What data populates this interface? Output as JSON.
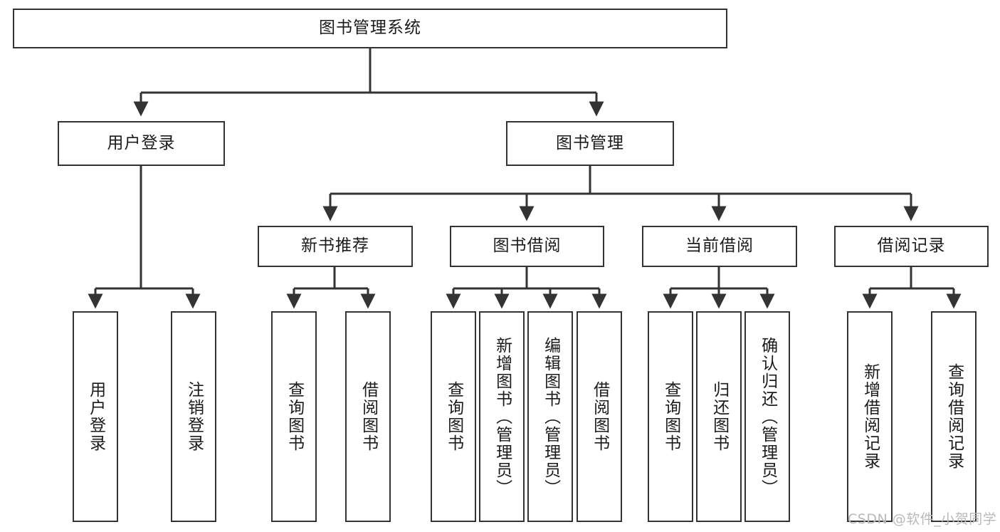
{
  "diagram": {
    "type": "tree-hierarchy-chart",
    "title": "图书管理系统",
    "background_color": "#ffffff",
    "line_color": "#333333",
    "box_fill": "#ffffff",
    "text_color": "#1b1b1b",
    "root": {
      "id": "root",
      "label": "图书管理系统",
      "orientation": "horizontal"
    },
    "level2": [
      {
        "id": "user-login",
        "label": "用户登录",
        "orientation": "horizontal"
      },
      {
        "id": "book-manage",
        "label": "图书管理",
        "orientation": "horizontal"
      }
    ],
    "level3": [
      {
        "id": "new-book-rec",
        "label": "新书推荐",
        "parent": "book-manage",
        "orientation": "horizontal"
      },
      {
        "id": "book-borrow",
        "label": "图书借阅",
        "parent": "book-manage",
        "orientation": "horizontal"
      },
      {
        "id": "current-borrow",
        "label": "当前借阅",
        "parent": "book-manage",
        "orientation": "horizontal"
      },
      {
        "id": "borrow-record",
        "label": "借阅记录",
        "parent": "book-manage",
        "orientation": "horizontal"
      }
    ],
    "leaves": [
      {
        "id": "leaf-user-login",
        "label": "用户登录",
        "parent": "user-login",
        "orientation": "vertical"
      },
      {
        "id": "leaf-user-logout",
        "label": "注销登录",
        "parent": "user-login",
        "orientation": "vertical"
      },
      {
        "id": "leaf-query-book-1",
        "label": "查询图书",
        "parent": "new-book-rec",
        "orientation": "vertical"
      },
      {
        "id": "leaf-borrow-book-1",
        "label": "借阅图书",
        "parent": "new-book-rec",
        "orientation": "vertical"
      },
      {
        "id": "leaf-query-book-2",
        "label": "查询图书",
        "parent": "book-borrow",
        "orientation": "vertical"
      },
      {
        "id": "leaf-add-book",
        "label": "新增图书（管理员）",
        "parent": "book-borrow",
        "orientation": "vertical"
      },
      {
        "id": "leaf-edit-book",
        "label": "编辑图书（管理员）",
        "parent": "book-borrow",
        "orientation": "vertical"
      },
      {
        "id": "leaf-borrow-book-2",
        "label": "借阅图书",
        "parent": "book-borrow",
        "orientation": "vertical"
      },
      {
        "id": "leaf-query-book-3",
        "label": "查询图书",
        "parent": "current-borrow",
        "orientation": "vertical"
      },
      {
        "id": "leaf-return-book",
        "label": "归还图书",
        "parent": "current-borrow",
        "orientation": "vertical"
      },
      {
        "id": "leaf-confirm-return",
        "label": "确认归还（管理员）",
        "parent": "current-borrow",
        "orientation": "vertical"
      },
      {
        "id": "leaf-add-record",
        "label": "新增借阅记录",
        "parent": "borrow-record",
        "orientation": "vertical"
      },
      {
        "id": "leaf-query-record",
        "label": "查询借阅记录",
        "parent": "borrow-record",
        "orientation": "vertical"
      }
    ]
  },
  "watermark": {
    "text": "CSDN @软件_小贺同学"
  }
}
